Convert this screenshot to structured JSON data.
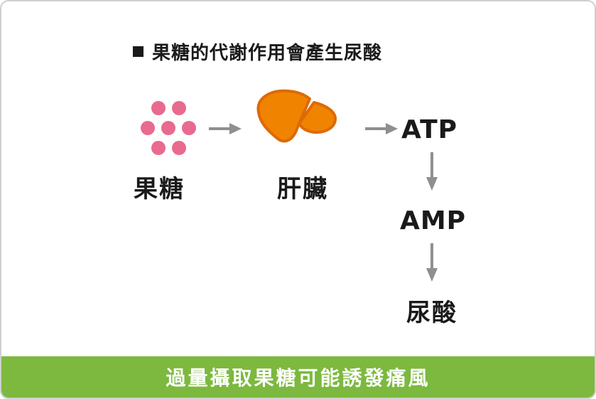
{
  "diagram": {
    "title": "果糖的代謝作用會產生尿酸",
    "nodes": {
      "fructose_label": "果糖",
      "liver_label": "肝臟",
      "atp": "ATP",
      "amp": "AMP",
      "uric_acid": "尿酸"
    },
    "flow": [
      "果糖",
      "肝臟",
      "ATP",
      "AMP",
      "尿酸"
    ],
    "footer": "過量攝取果糖可能誘發痛風",
    "icons": {
      "fructose": "pink-dots-cluster-icon",
      "liver": "liver-icon"
    },
    "fructose_dot_count": 7,
    "colors": {
      "dot_pink": "#e96a8f",
      "liver_orange": "#f08300",
      "liver_outline": "#dd6a05",
      "arrow_gray": "#8f8f8f",
      "banner_green": "#7cb93e"
    }
  }
}
